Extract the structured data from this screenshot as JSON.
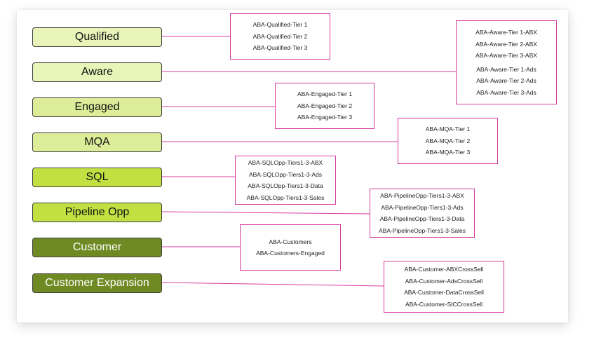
{
  "colors": {
    "connector": "#d63b9e",
    "stage_light": "#e8f4b8",
    "stage_mid": "#dcec98",
    "stage_bright": "#c2e042",
    "stage_dark": "#6f8a23"
  },
  "stages": [
    {
      "label": "Qualified",
      "tags": [
        "ABA-Qualified-Tier 1",
        "ABA-Qualified-Tier 2",
        "ABA-Qualified-Tier 3"
      ]
    },
    {
      "label": "Aware",
      "tags": [
        "ABA-Aware-Tier 1-ABX",
        "ABA-Aware-Tier 2-ABX",
        "ABA-Aware-Tier 3-ABX",
        "ABA-Aware-Tier 1-Ads",
        "ABA-Aware-Tier 2-Ads",
        "ABA-Aware-Tier 3-Ads"
      ]
    },
    {
      "label": "Engaged",
      "tags": [
        "ABA-Engaged-Tier 1",
        "ABA-Engaged-Tier 2",
        "ABA-Engaged-Tier 3"
      ]
    },
    {
      "label": "MQA",
      "tags": [
        "ABA-MQA-Tier 1",
        "ABA-MQA-Tier 2",
        "ABA-MQA-Tier 3"
      ]
    },
    {
      "label": "SQL",
      "tags": [
        "ABA-SQLOpp-Tiers1-3-ABX",
        "ABA-SQLOpp-Tiers1-3-Ads",
        "ABA-SQLOpp-Tiers1-3-Data",
        "ABA-SQLOpp-Tiers1-3-Sales"
      ]
    },
    {
      "label": "Pipeline Opp",
      "tags": [
        "ABA-PipelineOpp-Tiers1-3-ABX",
        "ABA-PipelineOpp-Tiers1-3-Ads",
        "ABA-PipelineOpp-Tiers1-3-Data",
        "ABA-PipelineOpp-Tiers1-3-Sales"
      ]
    },
    {
      "label": "Customer",
      "tags": [
        "ABA-Customers",
        "ABA-Customers-Engaged"
      ]
    },
    {
      "label": "Customer Expansion",
      "tags": [
        "ABA-Customer-ABXCrossSell",
        "ABA-Customer-AdsCrossSell",
        "ABA-Customer-DataCrossSell",
        "ABA-Customer-SICCrossSell"
      ]
    }
  ]
}
